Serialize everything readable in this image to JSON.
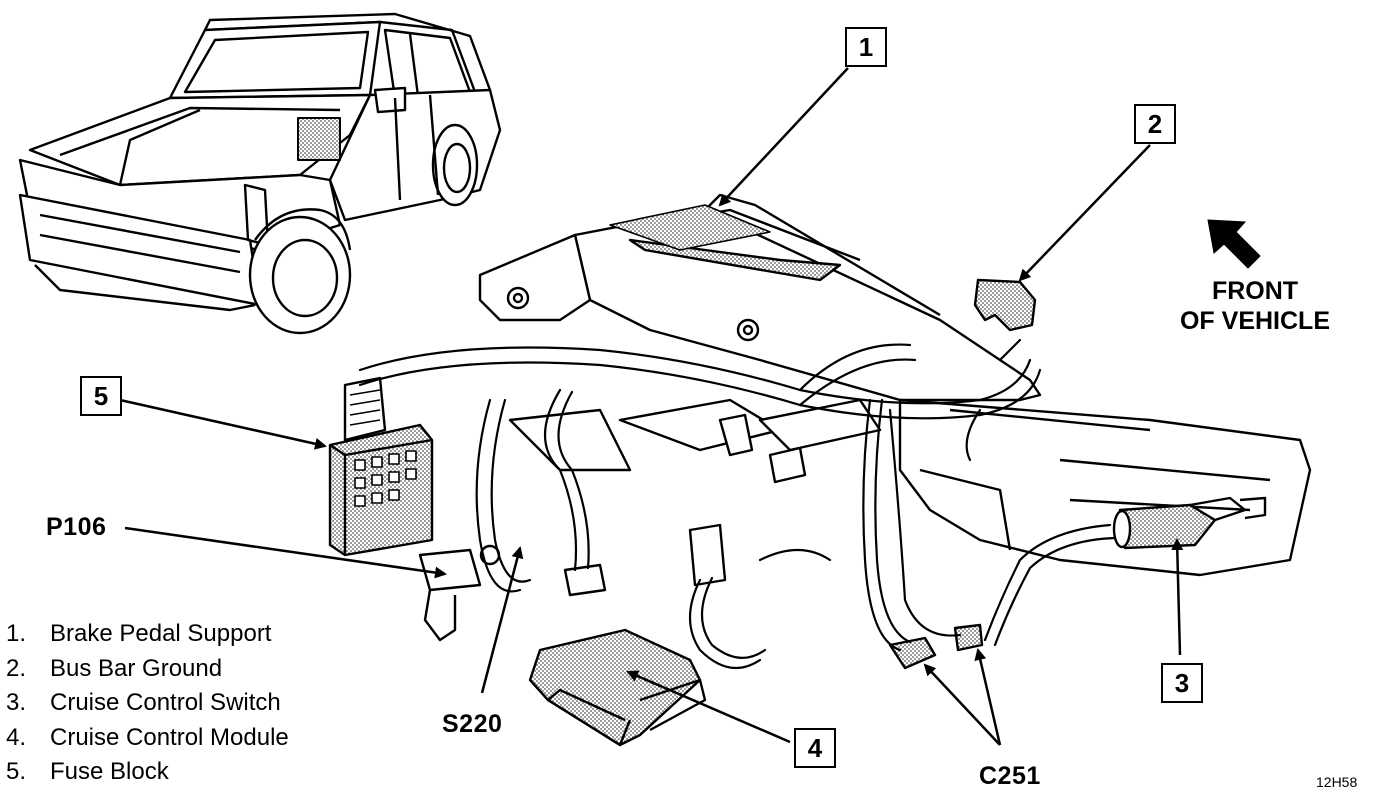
{
  "callouts": {
    "c1": "1",
    "c2": "2",
    "c3": "3",
    "c4": "4",
    "c5": "5"
  },
  "labels": {
    "p106": "P106",
    "s220": "S220",
    "c251": "C251",
    "front_line1": "FRONT",
    "front_line2": "OF VEHICLE"
  },
  "legend": [
    {
      "num": "1.",
      "text": "Brake Pedal Support"
    },
    {
      "num": "2.",
      "text": "Bus Bar Ground"
    },
    {
      "num": "3.",
      "text": "Cruise Control Switch"
    },
    {
      "num": "4.",
      "text": "Cruise Control Module"
    },
    {
      "num": "5.",
      "text": "Fuse Block"
    }
  ],
  "figure_id": "12H58",
  "colors": {
    "ink": "#000000",
    "shade": "#bdbdbd",
    "paper": "#ffffff"
  }
}
